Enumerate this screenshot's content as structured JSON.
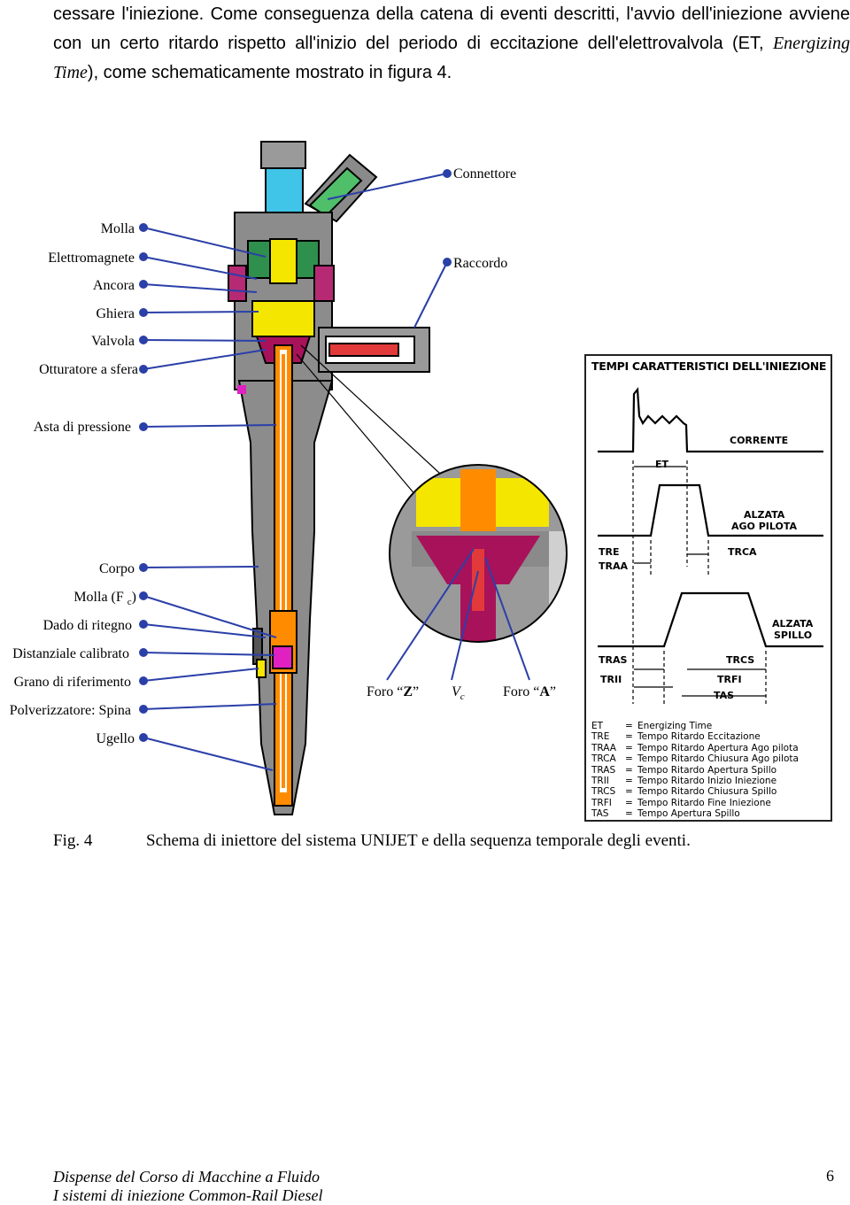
{
  "paragraph": {
    "line1": "cessare l'iniezione. Come conseguenza della catena di eventi descritti, l'avvio dell'iniezione avviene",
    "line2_a": "con un certo ritardo rispetto all'inizio del periodo di eccitazione dell'elettrovalvola (ET, ",
    "line2_italic": "Energizing",
    "line3_italic": "Time",
    "line3_b": "), come schematicamente mostrato in figura 4."
  },
  "figure": {
    "labels_left": [
      "Molla",
      "Elettromagnete",
      "Ancora",
      "Ghiera",
      "Valvola",
      "Otturatore a sfera",
      "Asta di pressione",
      "Corpo",
      "Molla (F",
      "Dado di ritegno",
      "Distanziale calibrato",
      "Grano di riferimento",
      "Polverizzatore: Spina",
      "Ugello"
    ],
    "molla_sub": "c",
    "molla_close": ")",
    "label_connettore": "Connettore",
    "label_raccordo": "Raccordo",
    "detail_labels": {
      "foro_z_pre": "Foro “",
      "foro_z_letter": "Z",
      "foro_z_post": "”",
      "vc_main": "V",
      "vc_sub": "c",
      "foro_a_pre": "Foro “",
      "foro_a_letter": "A",
      "foro_a_post": "”"
    },
    "timing_panel": {
      "title": "TEMPI CARATTERISTICI DELL'INIEZIONE",
      "trace_labels": {
        "corrente": "CORRENTE",
        "et": "ET",
        "alzata_ago_1": "ALZATA",
        "alzata_ago_2": "AGO PILOTA",
        "tre": "TRE",
        "traa": "TRAA",
        "trca": "TRCA",
        "alzata_spillo_1": "ALZATA",
        "alzata_spillo_2": "SPILLO",
        "tras": "TRAS",
        "trcs": "TRCS",
        "trii": "TRII",
        "trfi": "TRFI",
        "tas": "TAS"
      },
      "legend": [
        {
          "key": "ET",
          "desc": "Energizing Time"
        },
        {
          "key": "TRE",
          "desc": "Tempo Ritardo Eccitazione"
        },
        {
          "key": "TRAA",
          "desc": "Tempo Ritardo Apertura Ago pilota"
        },
        {
          "key": "TRCA",
          "desc": "Tempo Ritardo Chiusura Ago pilota"
        },
        {
          "key": "TRAS",
          "desc": "Tempo Ritardo Apertura Spillo"
        },
        {
          "key": "TRII",
          "desc": "Tempo Ritardo Inizio Iniezione"
        },
        {
          "key": "TRCS",
          "desc": "Tempo Ritardo Chiusura Spillo"
        },
        {
          "key": "TRFI",
          "desc": "Tempo Ritardo Fine Iniezione"
        },
        {
          "key": "TAS",
          "desc": "Tempo Apertura Spillo"
        }
      ],
      "legend_eq": "="
    }
  },
  "caption": {
    "fig": "Fig. 4",
    "text": "Schema di iniettore del sistema UNIJET e della sequenza temporale degli eventi."
  },
  "footer": {
    "line1": "Dispense del Corso di Macchine a Fluido",
    "line2": "I sistemi di iniezione Common-Rail Diesel",
    "page": "6"
  }
}
